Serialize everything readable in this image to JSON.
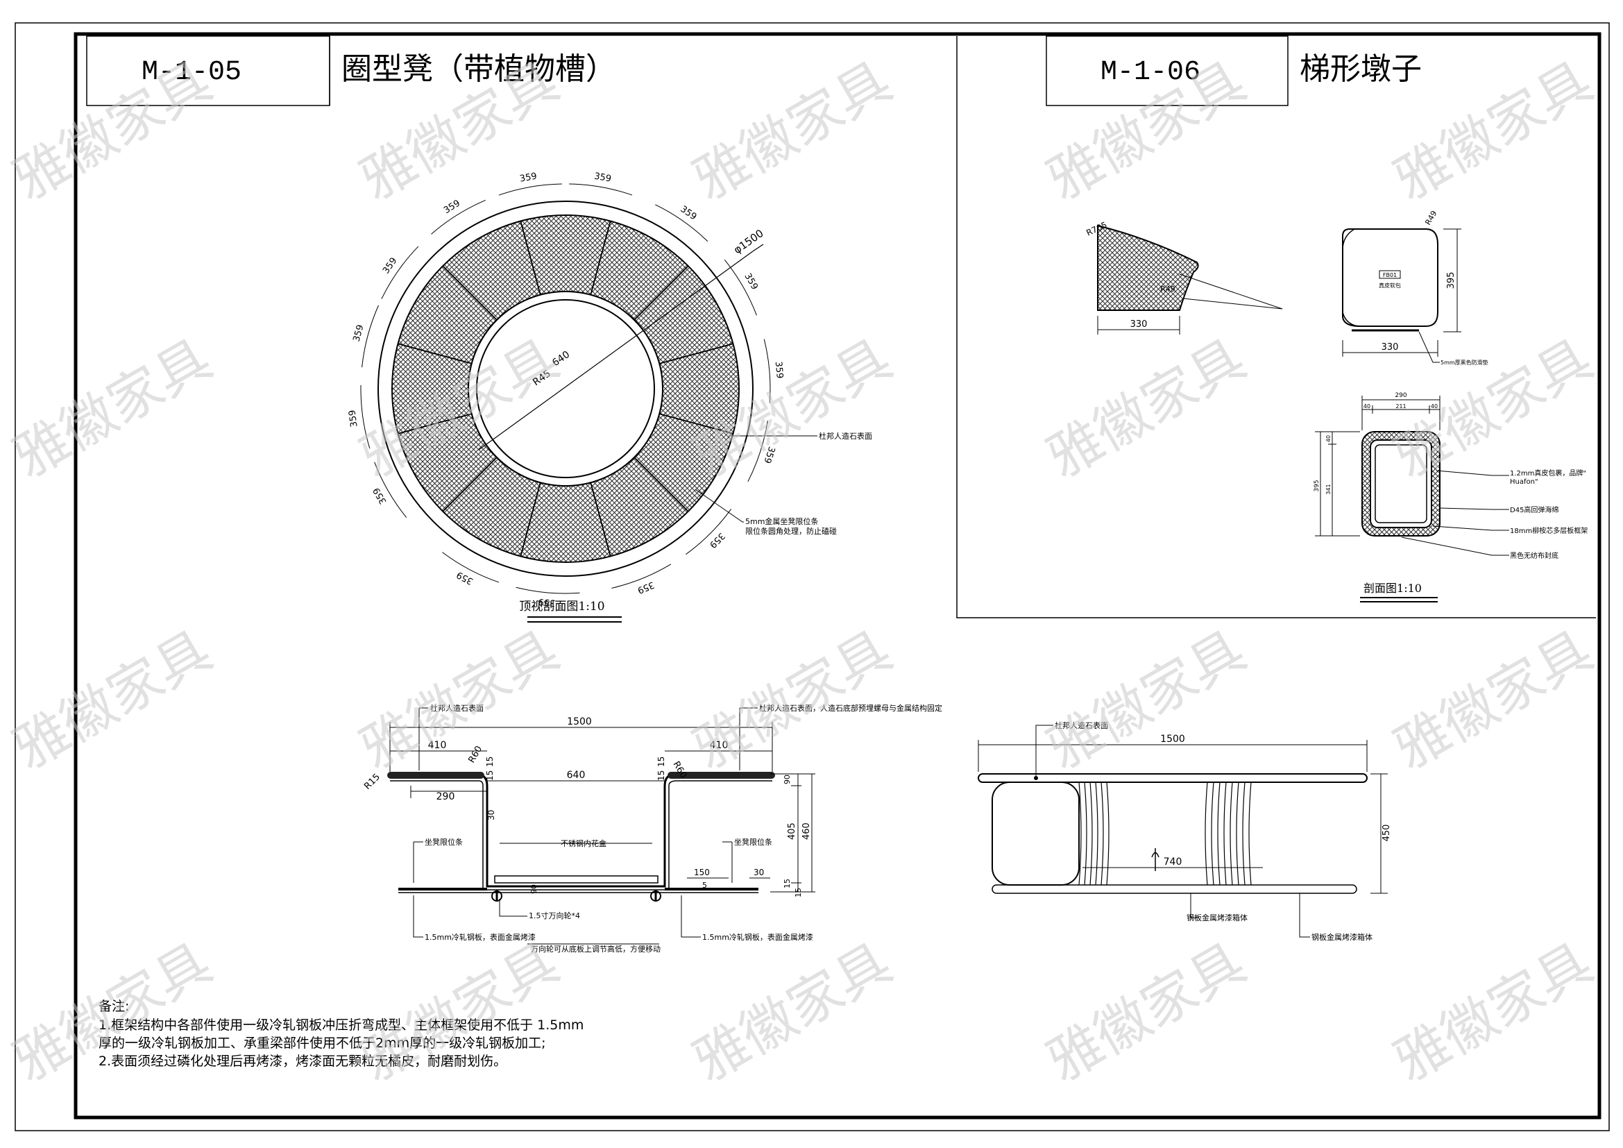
{
  "sheet": {
    "left_panel": {
      "code": "M-1-05",
      "title": "圈型凳（带植物槽）"
    },
    "right_panel": {
      "code": "M-1-06",
      "title": "梯形墩子"
    }
  },
  "watermark": {
    "text": "雅徽家具"
  },
  "plan_view": {
    "caption": "顶视剖面图1:10",
    "arc_dim": "359",
    "outer_dia": "φ1500",
    "inner_dia": "640",
    "radius": "R45",
    "callouts": {
      "surface": "杜邦人造石表面",
      "limit_strip_1": "5mm金属坐凳限位条",
      "limit_strip_2": "限位条圆角处理，防止磕碰"
    }
  },
  "round_section": {
    "overall": "1500",
    "width_left": "410",
    "width_right": "410",
    "r60_left": "R60",
    "r60_right": "R60",
    "r15": "R15",
    "inner": "640",
    "seat_width": "290",
    "dim_15a": "15",
    "dim_15b": "15",
    "dim_15c": "15",
    "dim_15d": "15",
    "dim_30a": "30",
    "dim_30b": "30",
    "dim_150": "150",
    "dim_5": "5",
    "dim_90a": "90",
    "dim_90b": "90",
    "dim_405": "405",
    "dim_460": "460",
    "dim_15e": "15",
    "dim_15f": "15",
    "callouts": {
      "surface_left": "杜邦人造石表面",
      "surface_right": "杜邦人造石表面，人造石底部预埋螺母与金属结构固定",
      "planter": "不锈钢内花盒",
      "limit_left": "坐凳限位条",
      "limit_right": "坐凳限位条",
      "caster": "1.5寸万向轮*4",
      "steel_left": "1.5mm冷轧钢板，表面金属烤漆",
      "steel_right": "1.5mm冷轧钢板，表面金属烤漆",
      "caster_note": "万向轮可从底板上调节高低，方便移动"
    }
  },
  "trap_plan": {
    "r705": "R705",
    "r49_left": "R49",
    "width": "330"
  },
  "trap_elev": {
    "r49": "R49",
    "tag": "FB01",
    "tag_desc": "真皮软包",
    "height": "395",
    "width": "330",
    "base_note": "5mm厚黑色防滑垫"
  },
  "trap_section": {
    "caption": "剖面图1:10",
    "top_total": "290",
    "top_left": "40",
    "top_mid": "211",
    "top_right": "40",
    "side_total": "395",
    "side_top": "40",
    "side_mid": "341",
    "callouts": {
      "leather_1": "1.2mm真皮包裹，品牌\"",
      "leather_2": "Huafon\"",
      "foam": "D45高回弹海绵",
      "plywood": "18mm柳桉芯多层板框架",
      "cloth": "黑色无纺布封底"
    }
  },
  "bench_elev": {
    "surface": "杜邦人造石表面",
    "length": "1500",
    "height": "450",
    "gap": "740",
    "box_left": "钢板金属烤漆箱体",
    "box_right": "钢板金属烤漆箱体"
  },
  "notes": {
    "heading": "备注:",
    "line1": "1.框架结构中各部件使用一级冷轧钢板冲压折弯成型、主体框架使用不低于 1.5mm",
    "line2": "厚的一级冷轧钢板加工、承重梁部件使用不低于2mm厚的一级冷轧钢板加工;",
    "line3": "2.表面须经过磷化处理后再烤漆，烤漆面无颗粒无橘皮，耐磨耐划伤。"
  }
}
